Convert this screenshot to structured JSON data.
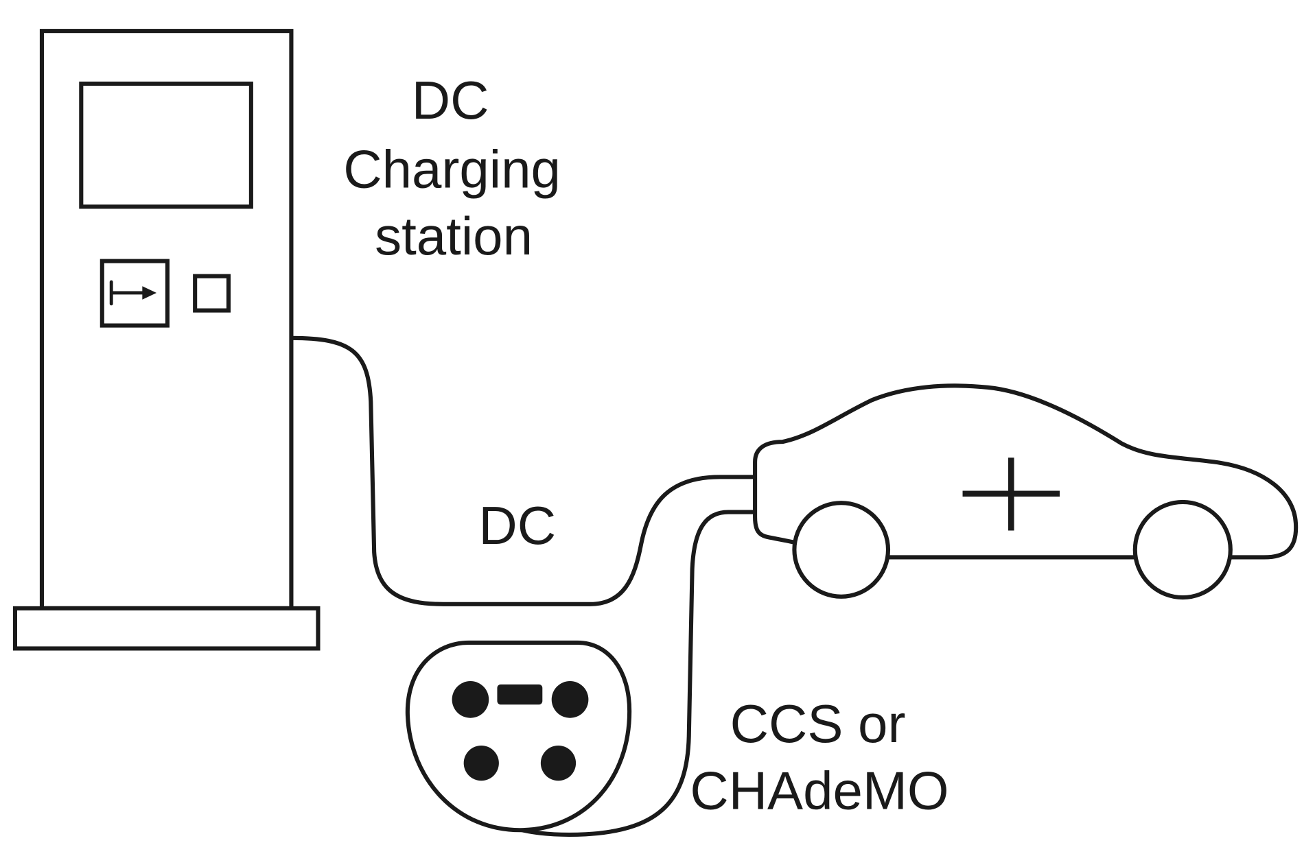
{
  "labels": {
    "station": [
      "DC",
      "Charging",
      "station"
    ],
    "cable": "DC",
    "connector": [
      "CCS or",
      "CHAdeMO"
    ]
  },
  "colors": {
    "line": "#1a1a1a",
    "background": "#ffffff"
  }
}
